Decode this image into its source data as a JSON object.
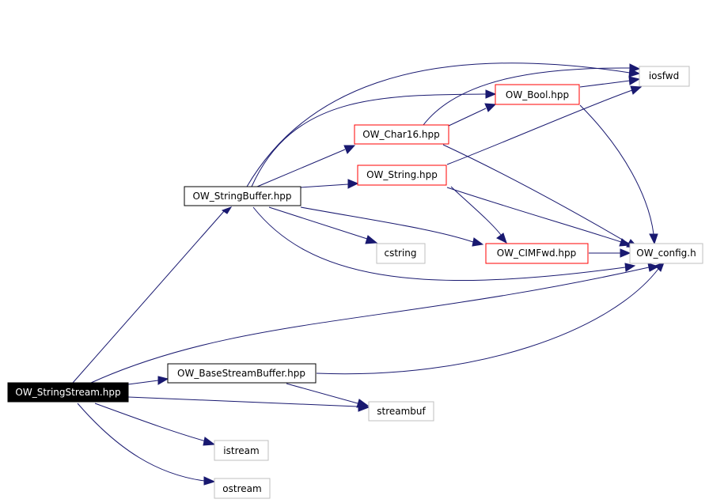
{
  "graph": {
    "nodes": {
      "stringstream": "OW_StringStream.hpp",
      "stringbuffer": "OW_StringBuffer.hpp",
      "basestreambuffer": "OW_BaseStreamBuffer.hpp",
      "char16": "OW_Char16.hpp",
      "string": "OW_String.hpp",
      "bool": "OW_Bool.hpp",
      "cimfwd": "OW_CIMFwd.hpp",
      "iosfwd": "iosfwd",
      "config": "OW_config.h",
      "cstring": "cstring",
      "streambuf": "streambuf",
      "istream": "istream",
      "ostream": "ostream"
    },
    "edge_color": "#191970",
    "border_colors": {
      "focus": "#000000",
      "documented": "#000000",
      "linked": "#ff0000",
      "external": "#bfbfbf"
    }
  }
}
